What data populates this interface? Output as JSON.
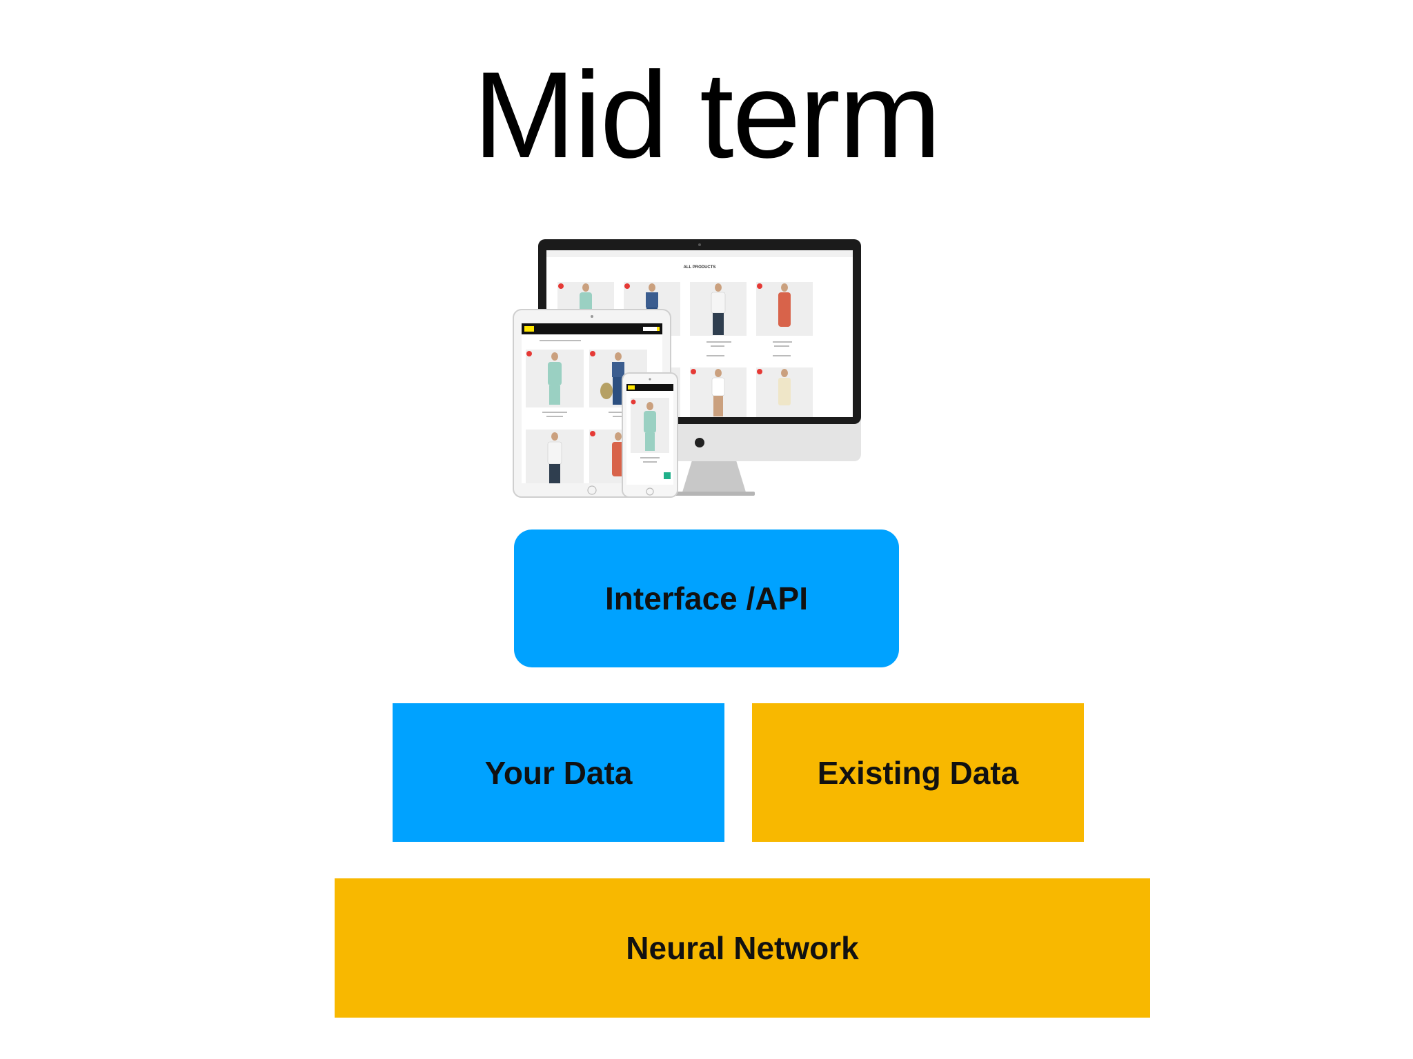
{
  "title": "Mid term",
  "illustration": {
    "name": "responsive-devices-storefront",
    "desktop_header": "ALL PRODUCTS",
    "colors": {
      "device_frame": "#1a1a1a",
      "device_body": "#e6e6e6",
      "product_card": "#eeeeee",
      "sale_badge": "#e53935",
      "accent": "#ffe600"
    }
  },
  "diagram": {
    "interface": {
      "label": "Interface /API",
      "color": "#00a2ff"
    },
    "your_data": {
      "label": "Your Data",
      "color": "#00a2ff"
    },
    "existing_data": {
      "label": "Existing Data",
      "color": "#f8b800"
    },
    "neural_network": {
      "label": "Neural Network",
      "color": "#f8b800"
    }
  }
}
